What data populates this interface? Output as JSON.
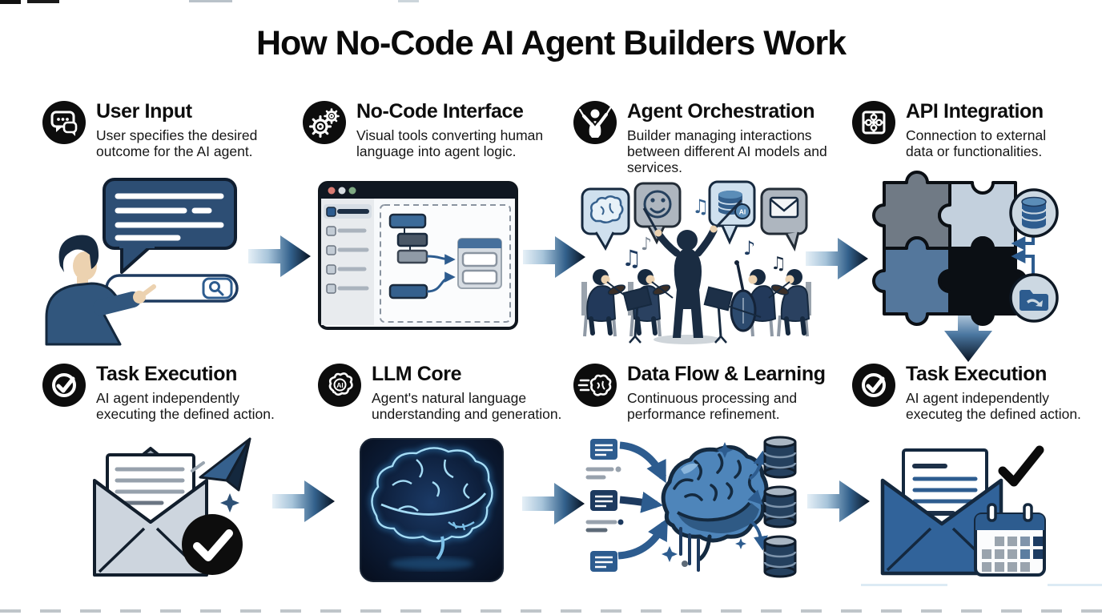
{
  "title": "How No-Code AI Agent Builders Work",
  "sections": [
    {
      "id": "user-input",
      "title": "User Input",
      "desc": "User specifies the desired outcome for the AI agent.",
      "icon": "chat-bubbles"
    },
    {
      "id": "no-code-interface",
      "title": "No-Code Interface",
      "desc": "Visual tools converting human language into agent logic.",
      "icon": "gears"
    },
    {
      "id": "agent-orchestration",
      "title": "Agent Orchestration",
      "desc": "Builder managing interactions between different AI models and services.",
      "icon": "conductor"
    },
    {
      "id": "api-integration",
      "title": "API Integration",
      "desc": "Connection to external data or functionalities.",
      "icon": "puzzle"
    },
    {
      "id": "task-execution-1",
      "title": "Task Execution",
      "desc": "AI agent independently executing the defined action.",
      "icon": "check-circle"
    },
    {
      "id": "llm-core",
      "title": "LLM Core",
      "desc": "Agent's natural language understanding and generation.",
      "icon": "brain-ai"
    },
    {
      "id": "data-flow-learning",
      "title": "Data Flow & Learning",
      "desc": "Continuous processing and performance refinement.",
      "icon": "brain-flow"
    },
    {
      "id": "task-execution-2",
      "title": "Task Execution",
      "desc": "AI agent independently executeg the defined action.",
      "icon": "check-circle"
    }
  ],
  "labels": {
    "core_ai": "AI",
    "bubble_ai": "AI"
  },
  "art": {
    "notes": [
      "♫",
      "♪",
      "♫",
      "♪",
      "♫"
    ]
  },
  "colors": {
    "navy": "#16293f",
    "steel": "#2d5c8f",
    "light_blue": "#cfe0ee",
    "bubble_gray": "#aeb6bf",
    "icon_black": "#0d0d0d",
    "arrow_dark": "#071221",
    "arrow_light": "#e3eef6"
  }
}
